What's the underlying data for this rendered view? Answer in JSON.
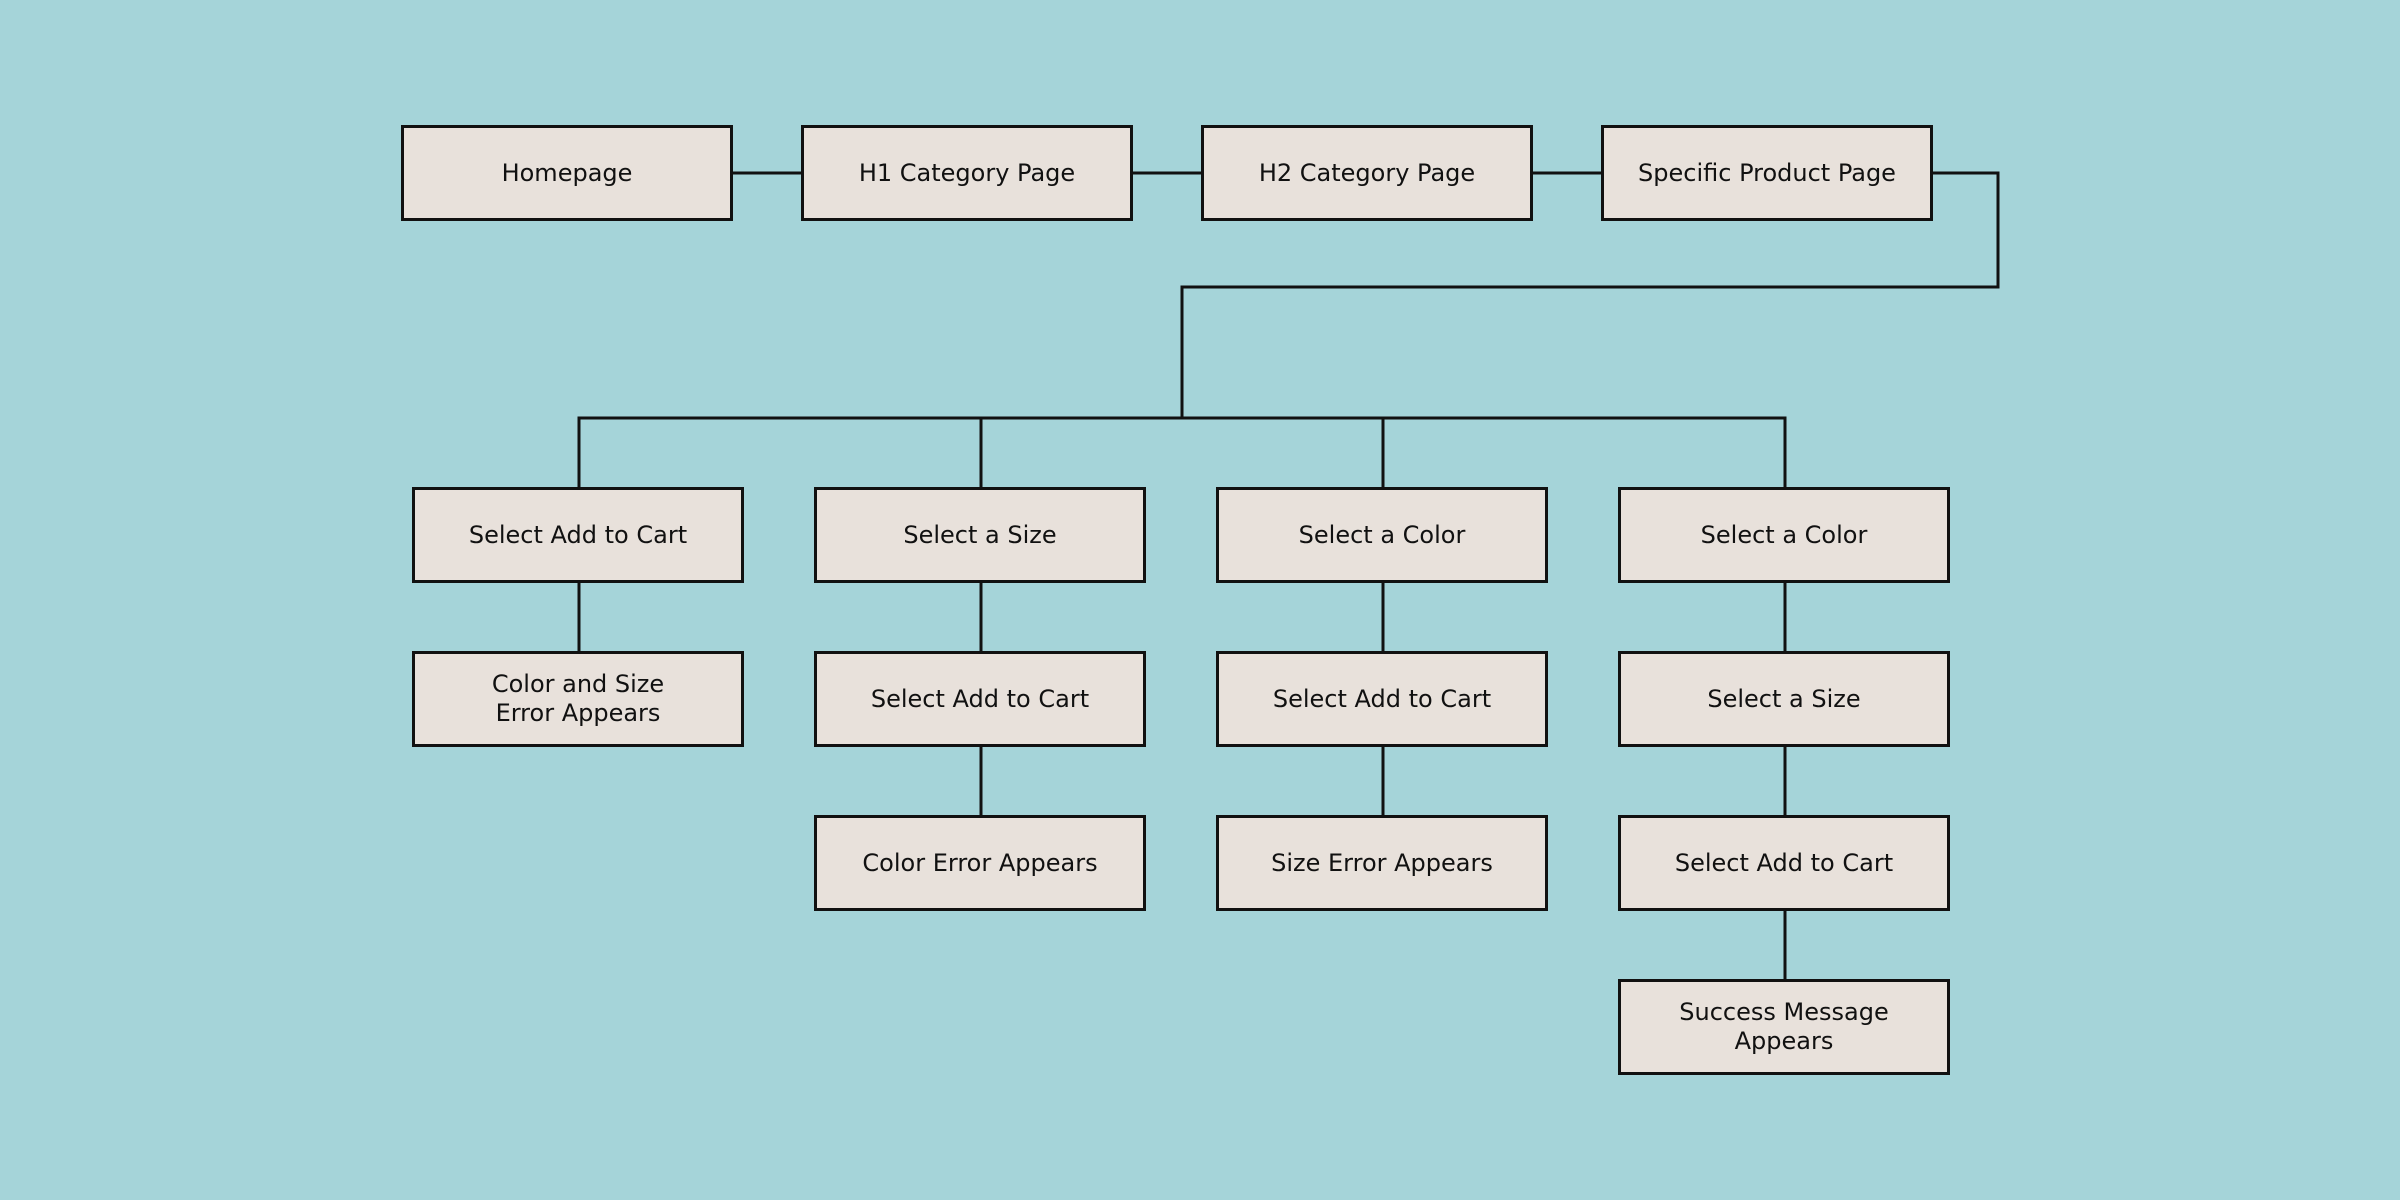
{
  "colors": {
    "background": "#a5d4d9",
    "box_fill": "#e8e1db",
    "stroke": "#111111"
  },
  "top_row": [
    {
      "label": "Homepage"
    },
    {
      "label": "H1 Category Page"
    },
    {
      "label": "H2 Category Page"
    },
    {
      "label": "Specific Product Page"
    }
  ],
  "columns": [
    {
      "steps": [
        {
          "label": "Select Add to Cart"
        },
        {
          "label": "Color and Size\nError Appears"
        }
      ]
    },
    {
      "steps": [
        {
          "label": "Select a Size"
        },
        {
          "label": "Select Add to Cart"
        },
        {
          "label": "Color Error Appears"
        }
      ]
    },
    {
      "steps": [
        {
          "label": "Select a Color"
        },
        {
          "label": "Select Add to Cart"
        },
        {
          "label": "Size Error Appears"
        }
      ]
    },
    {
      "steps": [
        {
          "label": "Select a Color"
        },
        {
          "label": "Select a Size"
        },
        {
          "label": "Select Add to Cart"
        },
        {
          "label": "Success Message\nAppears"
        }
      ]
    }
  ]
}
